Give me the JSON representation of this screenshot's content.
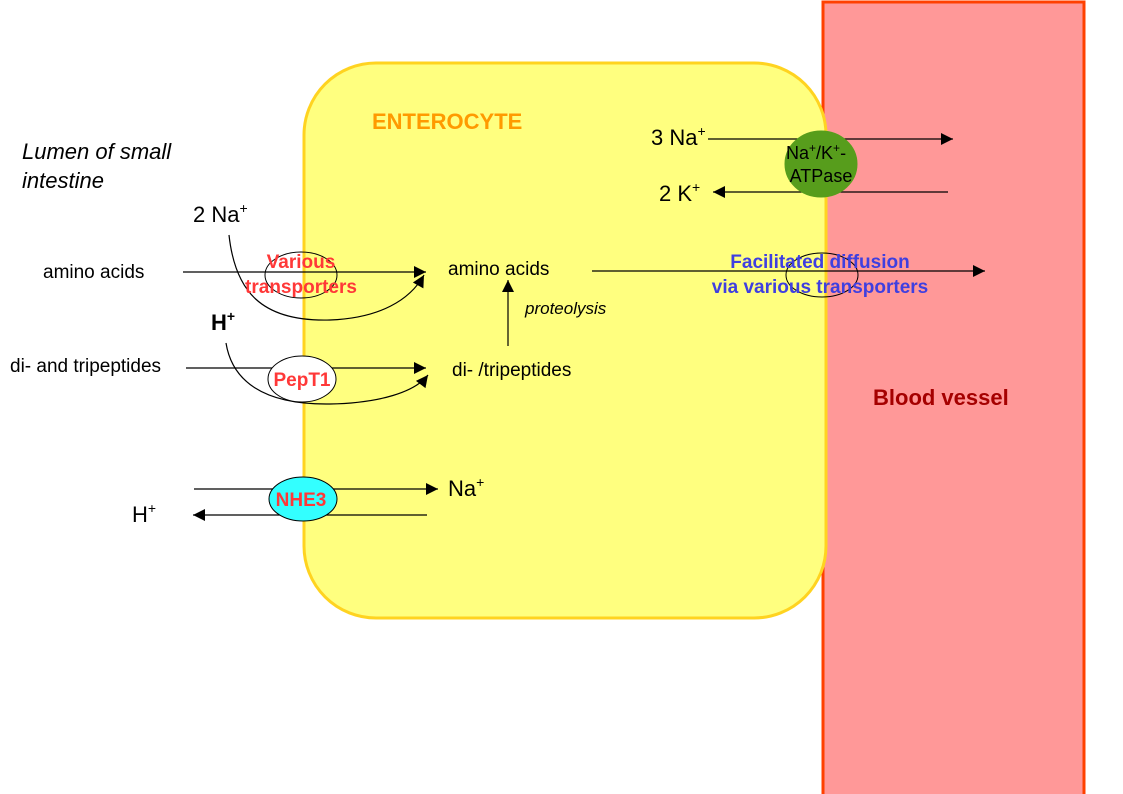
{
  "colors": {
    "cell_fill": "#ffff7f",
    "cell_stroke": "#ffd320",
    "vessel_fill": "#ff9898",
    "vessel_stroke": "#ff4000",
    "atpase_fill": "#579d1c",
    "nhe3_fill": "#33ffff",
    "red_label": "#ff3838",
    "blue_label": "#3f3fe0",
    "orange_label": "#ff9a00",
    "dark_red_label": "#a50000"
  },
  "labels": {
    "enterocyte": "ENTEROCYTE",
    "lumen_line1": "Lumen of small",
    "lumen_line2": "intestine",
    "blood_vessel": "Blood vessel",
    "na_2": "2 Na",
    "h_pept": "H",
    "amino_acids_lumen": "amino acids",
    "various_line1": "Various",
    "various_line2": "transporters",
    "amino_acids_cell": "amino acids",
    "proteolysis": "proteolysis",
    "peptides_lumen": "di- and tripeptides",
    "pept1": "PepT1",
    "peptides_cell": "di- /tripeptides",
    "nhe3": "NHE3",
    "na_nhe3": "Na",
    "h_nhe3": "H",
    "na_3": "3 Na",
    "k_2": "2 K",
    "atpase_line1_na": "Na",
    "atpase_line1_k": "/K",
    "atpase_line2": "ATPase",
    "facilitated_line1": "Facilitated diffusion",
    "facilitated_line2": "via various transporters",
    "plus": "+",
    "dash": "-"
  }
}
